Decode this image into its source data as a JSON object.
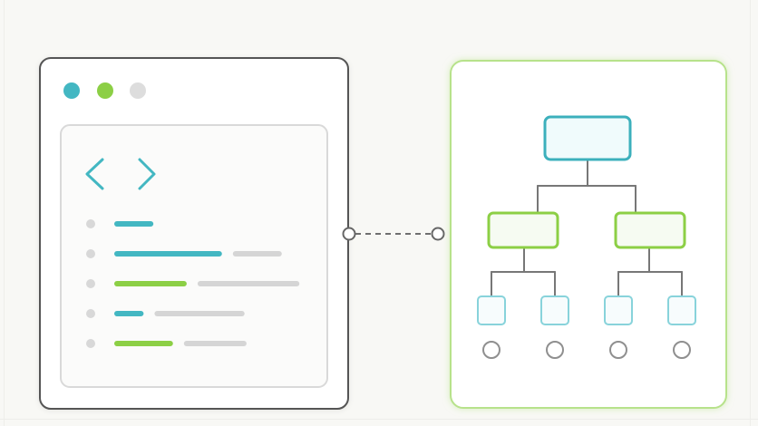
{
  "colors": {
    "teal": "#43b7c2",
    "teal_light": "#8fd3da",
    "green": "#8ccf45",
    "green_light": "#c8e89f",
    "gray": "#d5d5d5",
    "dark_border": "#555555",
    "connector": "#6d6d6d"
  },
  "icons": {
    "window_controls": [
      "teal-dot-icon",
      "green-dot-icon",
      "gray-dot-icon"
    ],
    "code": "code-brackets-icon",
    "nodes": "circle-node-icon"
  },
  "code_lines": [
    {
      "accent": "teal",
      "accent_fraction": 0.2,
      "rest_fraction": 0
    },
    {
      "accent": "teal",
      "accent_fraction": 0.55,
      "rest_fraction": 0.25
    },
    {
      "accent": "green",
      "accent_fraction": 0.37,
      "rest_fraction": 0.52
    },
    {
      "accent": "teal",
      "accent_fraction": 0.15,
      "rest_fraction": 0.46
    },
    {
      "accent": "green",
      "accent_fraction": 0.3,
      "rest_fraction": 0.32
    }
  ],
  "tree": {
    "root": 1,
    "level1": 2,
    "level2": 4,
    "leaf_nodes": 4
  }
}
